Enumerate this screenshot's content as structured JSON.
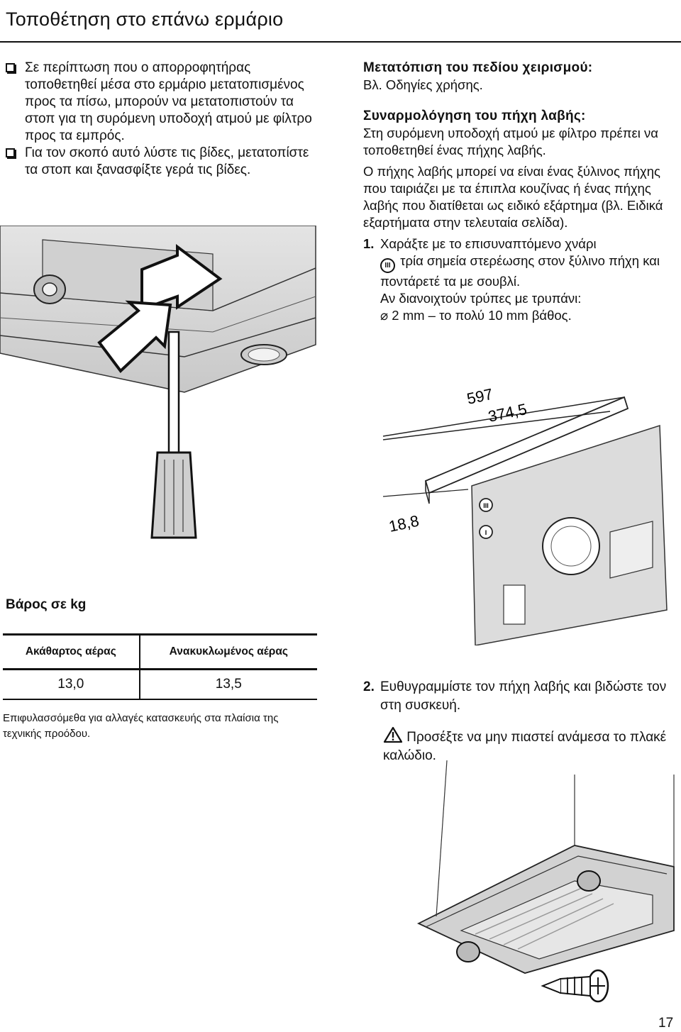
{
  "header": {
    "title": "Τοποθέτηση στο επάνω ερμάριο"
  },
  "left_column": {
    "items": [
      "Σε περίπτωση που ο απορροφητήρας τοποθετηθεί μέσα στο ερμάριο μετατοπισμένος προς τα πίσω, μπορούν να μετατοπιστούν τα στοπ για τη συρόμενη υποδοχή ατμού με φίλτρο προς τα εμπρός.",
      "Για τον σκοπό αυτό λύστε τις βίδες, μετατοπίστε τα στοπ και ξανασφίξτε γερά τις βίδες."
    ]
  },
  "right_column": {
    "section1": {
      "heading": "Μετατόπιση του πεδίου χειρισμού:",
      "text": "Βλ. Οδηγίες χρήσης."
    },
    "section2": {
      "heading": "Συναρμολόγηση του πήχη λαβής:",
      "para1": "Στη συρόμενη υποδοχή ατμού με φίλτρο πρέπει να τοποθετηθεί ένας πήχης λαβής.",
      "para2": "Ο πήχης λαβής μπορεί να είναι ένας ξύλινος πήχης που ταιριάζει με τα έπιπλα κουζίνας ή ένας πήχης λαβής που διατίθεται ως ειδικό εξάρτημα (βλ. Ειδικά εξαρτήματα στην τελευταία σελίδα).",
      "step1_num": "1.",
      "step1_a": "Χαράξτε με το επισυναπτόμενο χνάρι",
      "step1_icon": "III",
      "step1_b": "τρία σημεία στερέωσης στον ξύλινο πήχη και ποντάρετέ τα με σουβλί.",
      "step1_c": "Αν διανοιχτούν τρύπες με τρυπάνι:",
      "step1_d": "⌀ 2 mm – το πολύ 10 mm βάθος."
    },
    "step2": {
      "num": "2.",
      "text": "Ευθυγραμμίστε τον πήχη λαβής και βιδώστε τον στη συσκευή."
    },
    "warning": {
      "icon": "warning-triangle-icon",
      "text": "Προσέξτε να μην πιαστεί ανάμεσα το πλακέ καλώδιο."
    }
  },
  "diagram": {
    "dim_597": "597",
    "dim_374": "374,5",
    "dim_18": "18,8",
    "template_label_iii": "III",
    "template_label_i": "I"
  },
  "weight": {
    "title": "Βάρος σε kg",
    "headers": [
      "Ακάθαρτος αέρας",
      "Ανακυκλωμένος αέρας"
    ],
    "values": [
      "13,0",
      "13,5"
    ],
    "note": "Επιφυλασσόμεθα για αλλαγές κατασκευής στα πλαίσια της τεχνικής προόδου."
  },
  "footer": {
    "page_number": "17"
  },
  "colors": {
    "text": "#111111",
    "background": "#ffffff",
    "illustration_gray": "#d8d8d8"
  }
}
